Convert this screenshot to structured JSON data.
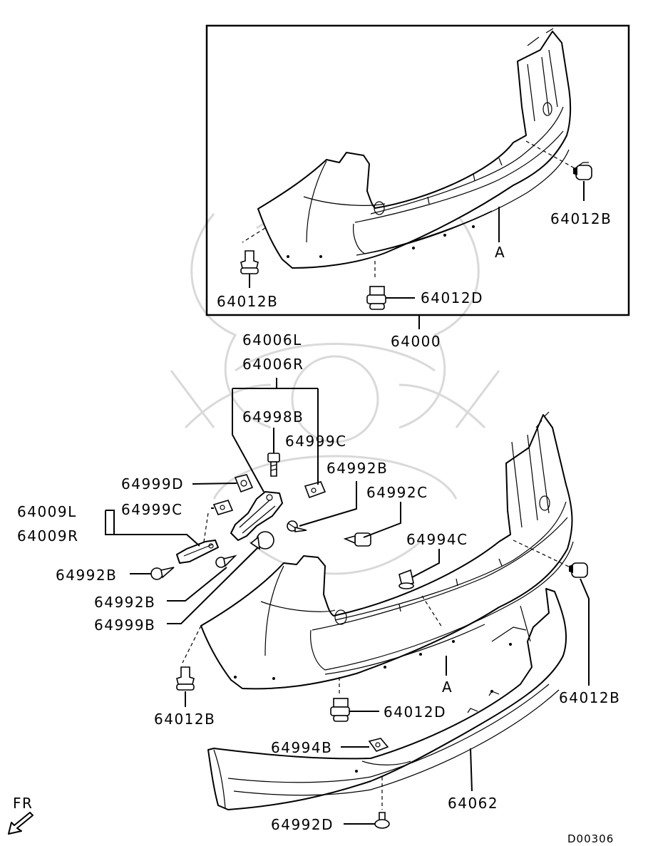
{
  "diagram": {
    "labels": {
      "p64000": "64000",
      "p64012b_inset_right": "64012B",
      "p64012b_inset_left": "64012B",
      "p64012d_inset": "64012D",
      "a_inset": "A",
      "p64006l": "64006L",
      "p64006r": "64006R",
      "p64998b": "64998B",
      "p64999c_top": "64999C",
      "p64992b_top": "64992B",
      "p64992c": "64992C",
      "p64999d": "64999D",
      "p64999c_left": "64999C",
      "p64009l": "64009L",
      "p64009r": "64009R",
      "p64994c": "64994C",
      "p64992b_left": "64992B",
      "p64992b_mid": "64992B",
      "p64999b": "64999B",
      "p64012b_main_left": "64012B",
      "p64012b_main_right": "64012B",
      "a_main": "A",
      "p64012d_main": "64012D",
      "p64994b": "64994B",
      "p64062": "64062",
      "p64992d": "64992D",
      "fr": "FR",
      "code": "D00306"
    }
  }
}
